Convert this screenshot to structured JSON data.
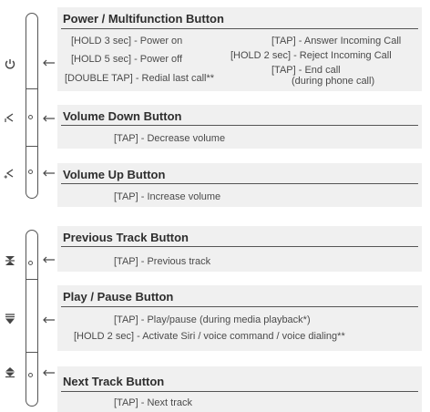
{
  "sections": {
    "power": {
      "title": "Power / Multifunction Button",
      "left": [
        "[HOLD 3 sec] - Power on",
        "[HOLD 5 sec] - Power off",
        "[DOUBLE TAP] - Redial last call**"
      ],
      "right": [
        "[TAP] - Answer Incoming Call",
        "[HOLD 2 sec] - Reject Incoming Call",
        "[TAP] - End call",
        "(during phone call)"
      ]
    },
    "volume_down": {
      "title": "Volume Down Button",
      "lines": [
        "[TAP] - Decrease volume"
      ]
    },
    "volume_up": {
      "title": "Volume Up Button",
      "lines": [
        "[TAP] - Increase volume"
      ]
    },
    "previous": {
      "title": "Previous Track Button",
      "lines": [
        "[TAP] - Previous track"
      ]
    },
    "play_pause": {
      "title": "Play / Pause Button",
      "lines": [
        "[TAP] - Play/pause (during media playback*)",
        "[HOLD 2 sec] - Activate Siri / voice command / voice dialing**"
      ]
    },
    "next": {
      "title": "Next Track Button",
      "lines": [
        "[TAP] - Next track"
      ]
    }
  },
  "icons": [
    "power-icon",
    "volume-down-icon",
    "volume-up-icon",
    "previous-track-icon",
    "play-pause-icon",
    "next-track-icon"
  ],
  "colors": {
    "box_background": "#f0f0f0",
    "line": "#555555",
    "text": "#4a4a4a"
  }
}
